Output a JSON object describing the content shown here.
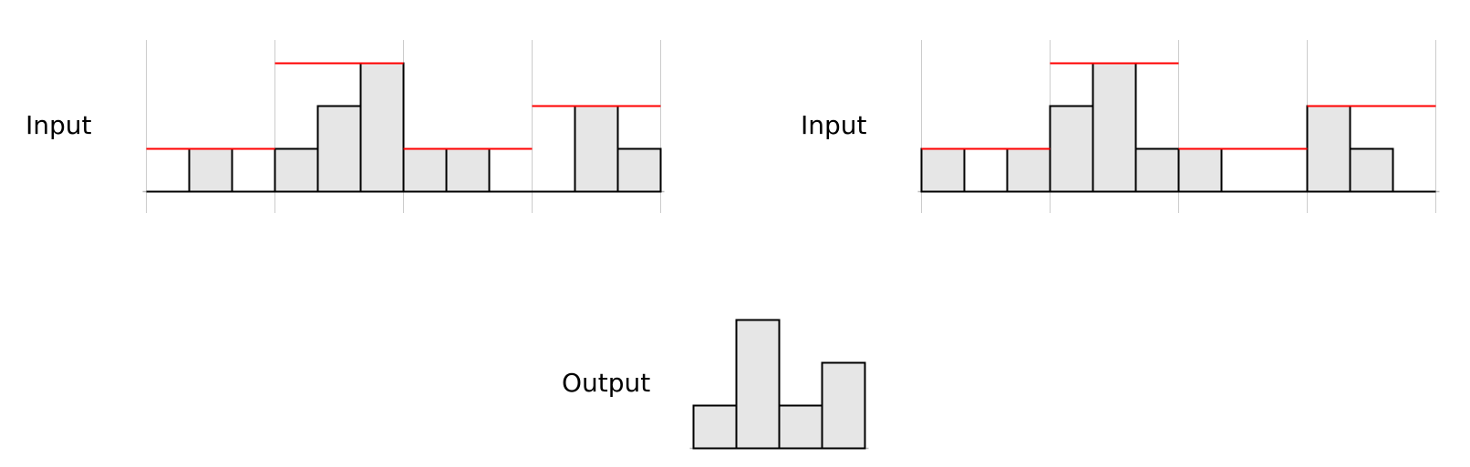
{
  "chart_data": [
    {
      "type": "bar",
      "label": "Input",
      "values": [
        0,
        1,
        0,
        1,
        2,
        3,
        1,
        1,
        0,
        0,
        2,
        1
      ],
      "pool_size": 3,
      "pool_max": [
        1,
        3,
        1,
        2
      ],
      "grid": true,
      "colors": {
        "bar_fill": "#e6e6e6",
        "bar_stroke": "#000000",
        "max_line": "#ff0000",
        "grid": "#cccccc"
      }
    },
    {
      "type": "bar",
      "label": "Input",
      "values": [
        1,
        0,
        1,
        2,
        3,
        1,
        1,
        0,
        0,
        2,
        1,
        0
      ],
      "pool_size": 3,
      "pool_max": [
        1,
        3,
        1,
        2
      ],
      "grid": true,
      "colors": {
        "bar_fill": "#e6e6e6",
        "bar_stroke": "#000000",
        "max_line": "#ff0000",
        "grid": "#cccccc"
      }
    },
    {
      "type": "bar",
      "label": "Output",
      "values": [
        1,
        3,
        1,
        2
      ],
      "grid": false,
      "colors": {
        "bar_fill": "#e6e6e6",
        "bar_stroke": "#000000"
      }
    }
  ]
}
